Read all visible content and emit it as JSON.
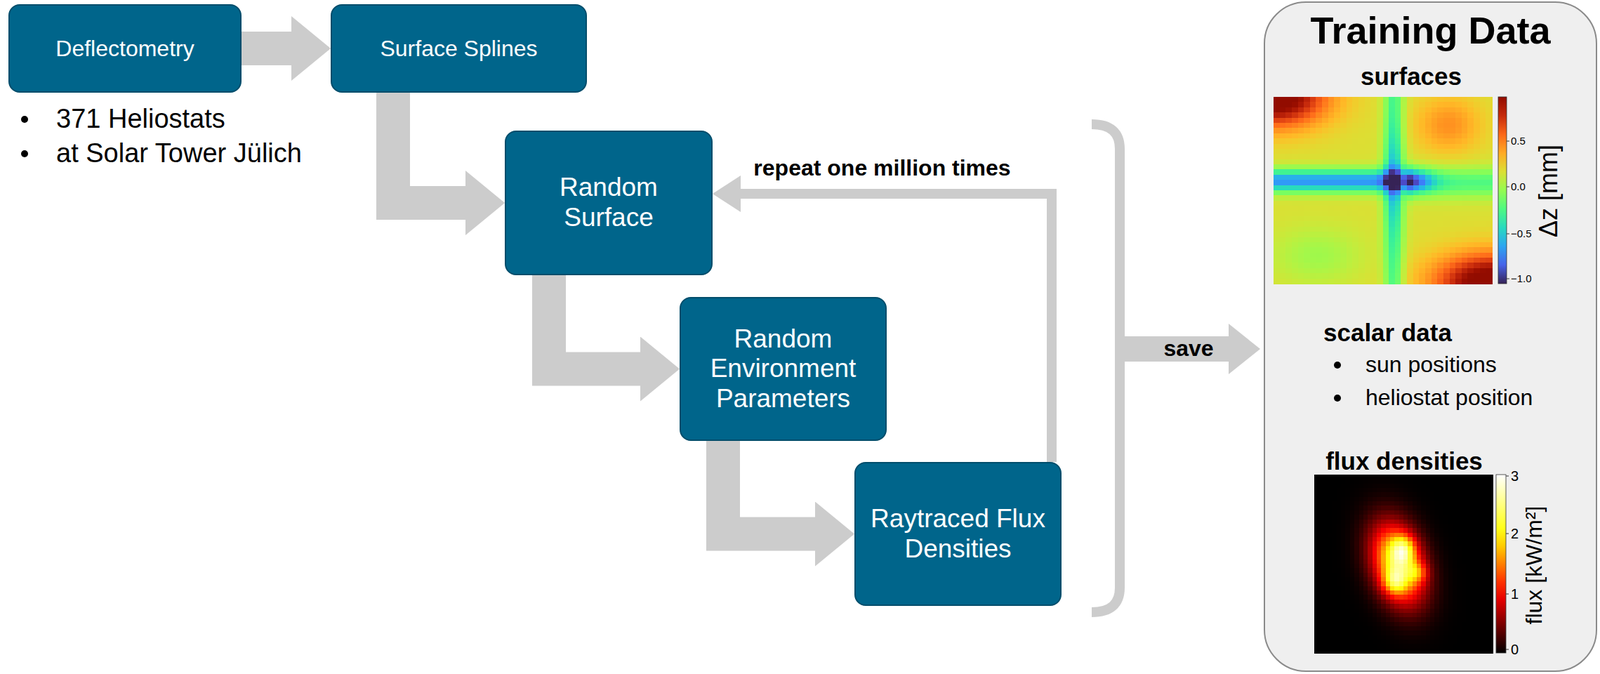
{
  "diagram": {
    "nodes": [
      {
        "text": [
          "Deflectometry"
        ]
      },
      {
        "text": [
          "Surface Splines"
        ]
      },
      {
        "text": [
          "Random Surface"
        ]
      },
      {
        "text": [
          "Random Environment Parameters"
        ]
      },
      {
        "text": [
          "Raytraced Flux Densities"
        ]
      },
      {
        "text": [
          "Training Data"
        ]
      }
    ],
    "edges": [
      {
        "from": 0,
        "to": 1,
        "arrow": "to"
      },
      {
        "from": 1,
        "to": 2,
        "arrow": "to"
      },
      {
        "from": 2,
        "to": 3,
        "arrow": "to"
      },
      {
        "from": 3,
        "to": 4,
        "arrow": "to"
      },
      {
        "from": 4,
        "to": 2,
        "label": "repeat one million times",
        "arrow": "to"
      }
    ],
    "labels": [
      "371 Heliostats",
      "at Solar Tower Jülich",
      "surfaces",
      "0.5",
      "0.0",
      "−0.5",
      "−1.0",
      "Δz [mm]",
      "save",
      "scalar data",
      "sun positions",
      "heliostat position",
      "flux densities",
      "3",
      "2",
      "1",
      "0",
      "flux [kW/m²]"
    ]
  }
}
